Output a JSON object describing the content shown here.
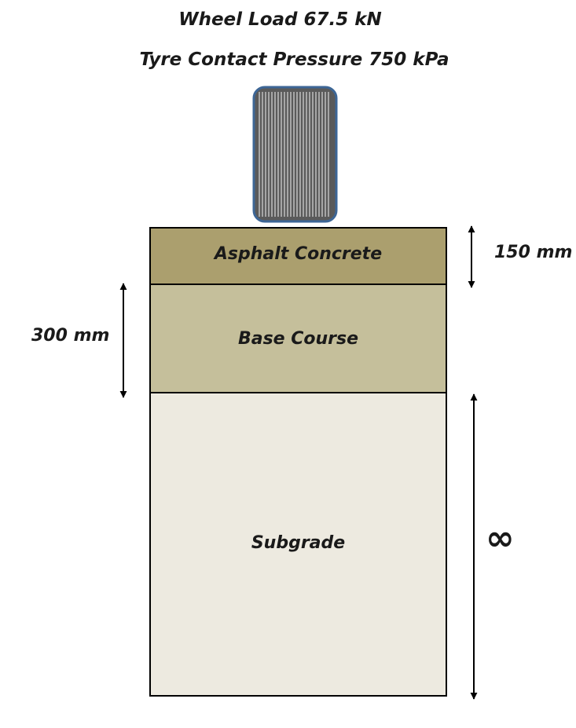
{
  "header": {
    "wheel_load": "Wheel Load  67.5 kN",
    "tyre_pressure": "Tyre Contact Pressure 750 kPa"
  },
  "layers": {
    "asphalt": {
      "label": "Asphalt Concrete",
      "color": "#ab9f6e"
    },
    "base": {
      "label": "Base Course",
      "color": "#c5bf9b"
    },
    "subgrade": {
      "label": "Subgrade",
      "color": "#edeae0"
    }
  },
  "tyre": {
    "fill": "#5a5a5a",
    "outline": "#3d6696"
  },
  "dimensions": {
    "asphalt_thickness": "150 mm",
    "base_thickness": "300 mm",
    "subgrade_depth": "∞"
  }
}
